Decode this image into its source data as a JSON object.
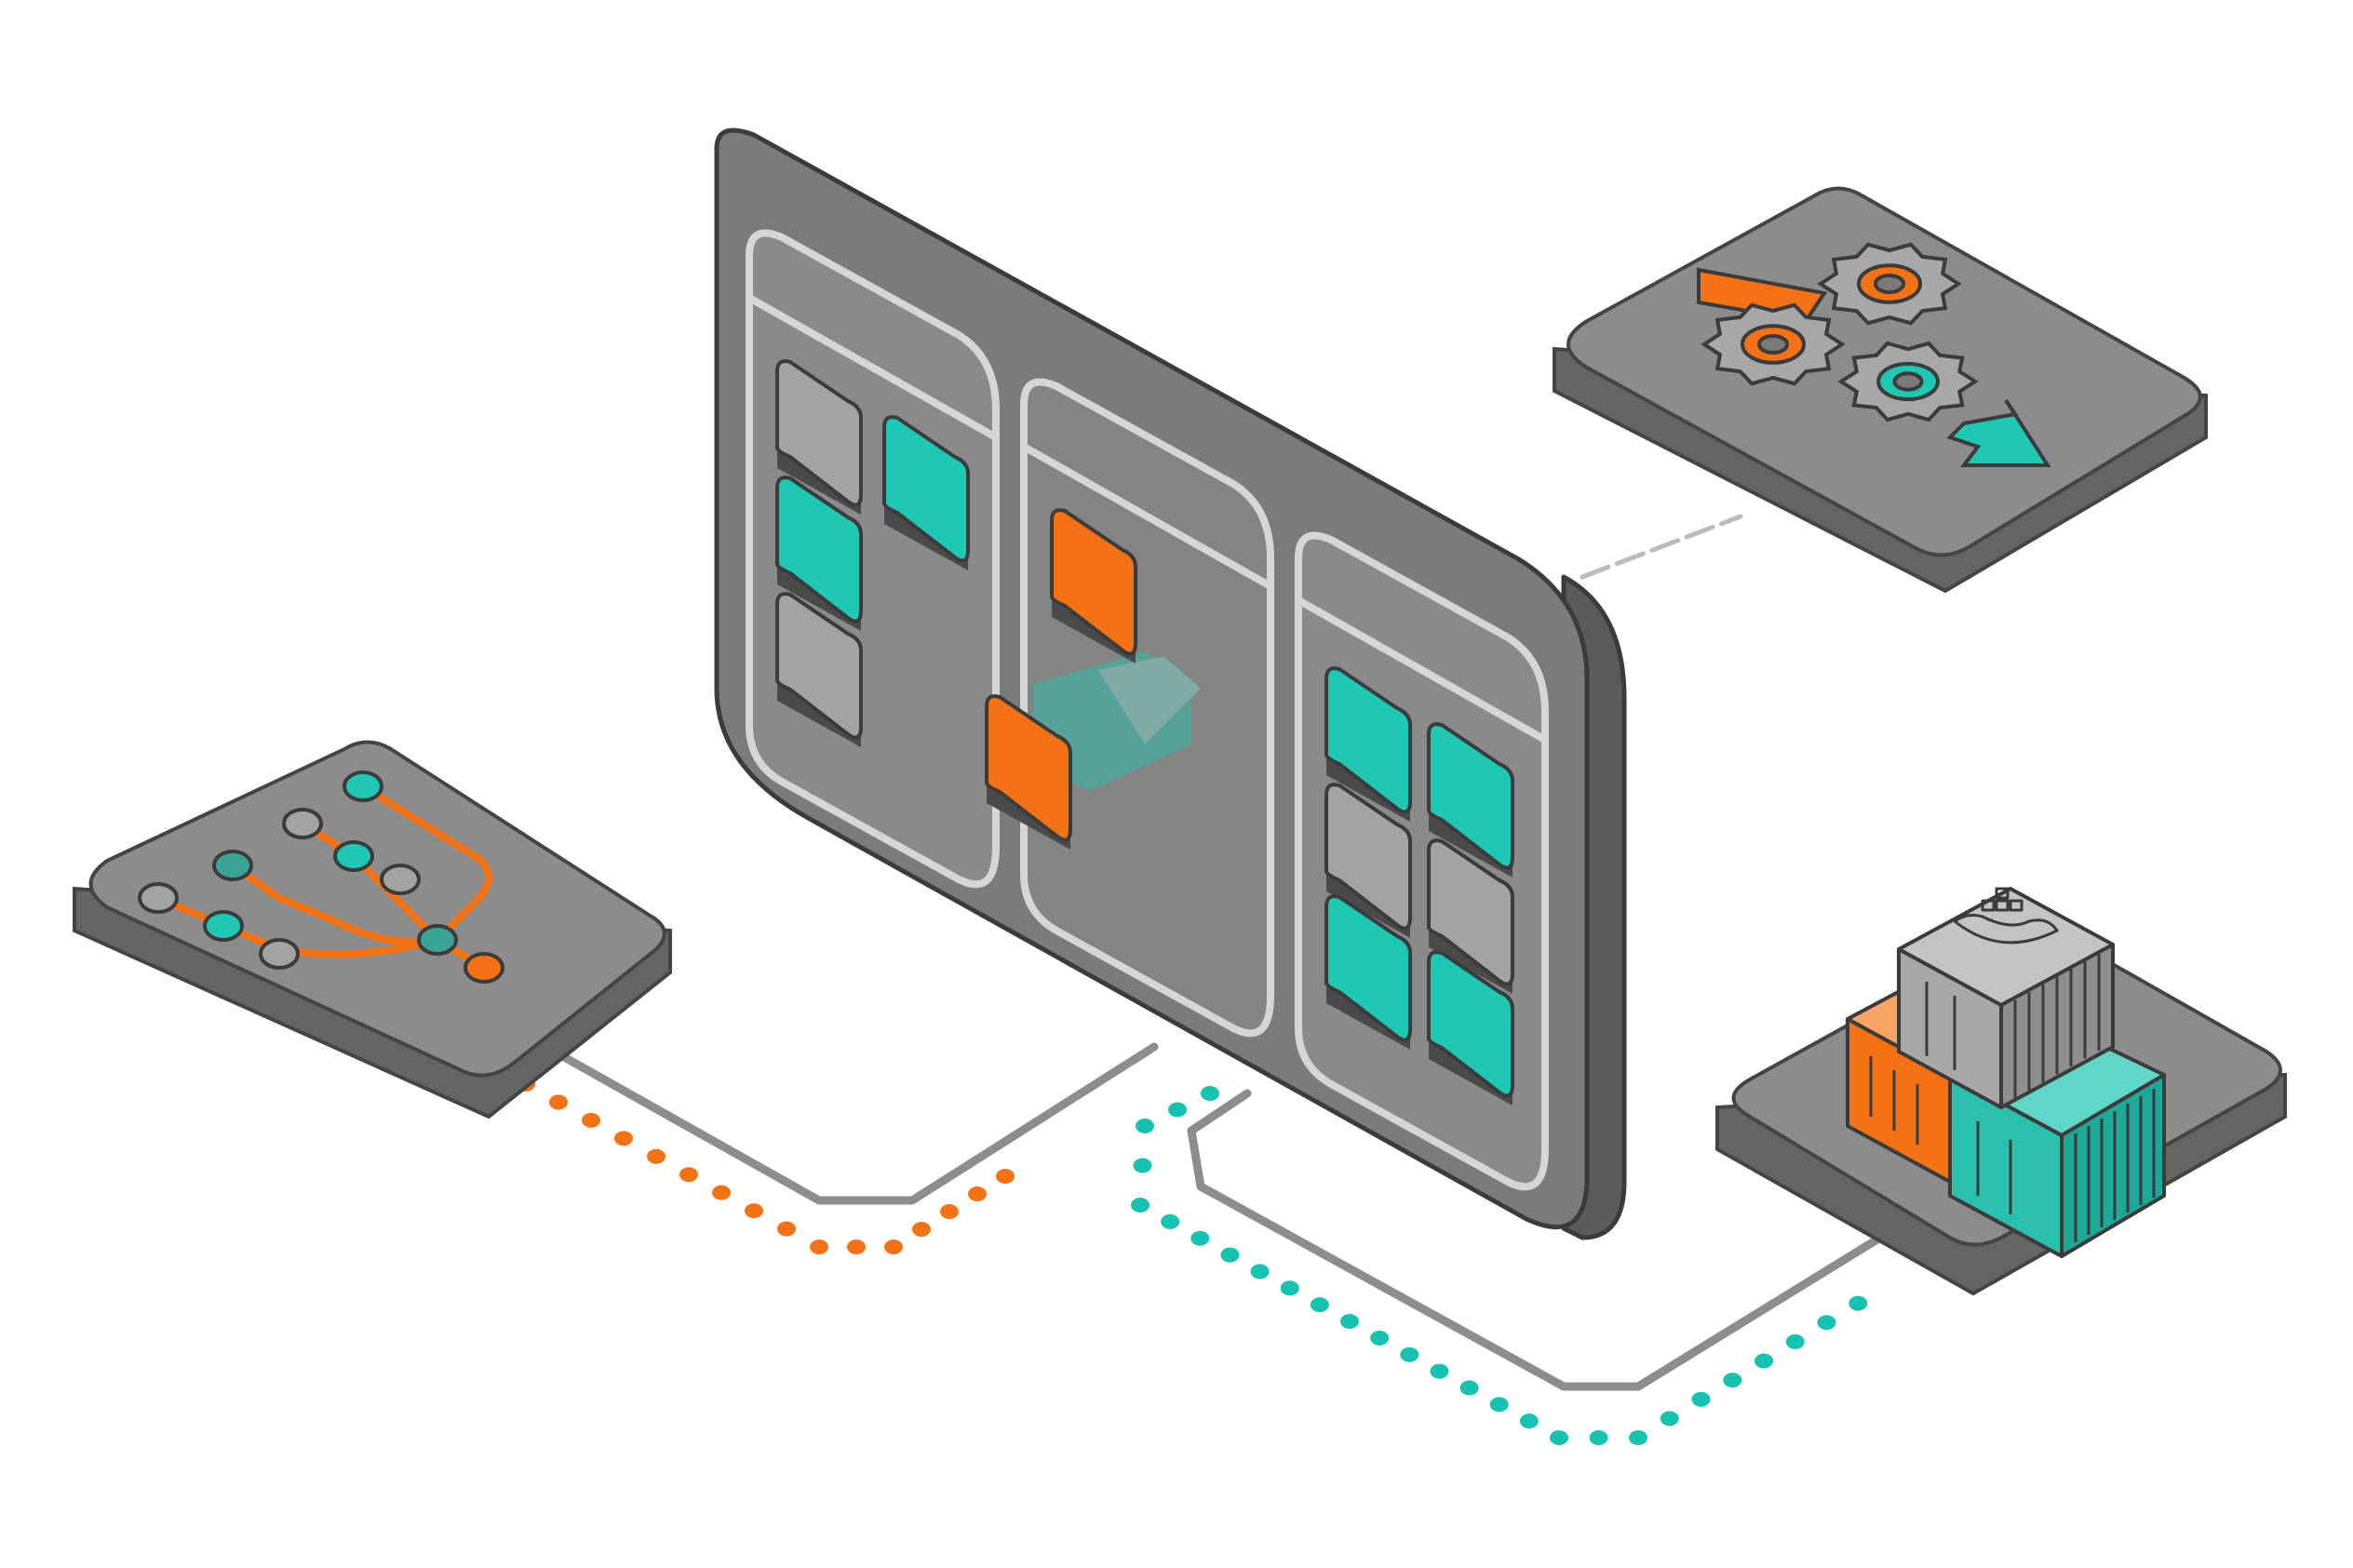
{
  "colors": {
    "background": "#ffffff",
    "board_face": "#7b7b7b",
    "board_side": "#5b5b5b",
    "outline": "#444444",
    "frame": "#d6d6d6",
    "column_fill": "#8a8a8a",
    "card_gray": "#a3a3a3",
    "card_teal": "#1ec8b4",
    "card_orange": "#f47216",
    "tile_top": "#8c8c8c",
    "tile_side": "#646464",
    "connector": "#8d8d8d",
    "orange_dots": "#f47216",
    "teal_dots": "#16c2b0",
    "container_gray": "#a8a8a8",
    "container_orange": "#f47216",
    "container_teal": "#2bbfae"
  },
  "board": {
    "columns": [
      {
        "cards": [
          "gray",
          "teal",
          "teal",
          "gray"
        ]
      },
      {
        "cards": [
          "orange",
          "orange"
        ],
        "moving_card": "teal"
      },
      {
        "cards": [
          "teal",
          "teal",
          "gray",
          "gray",
          "teal",
          "teal"
        ]
      }
    ]
  },
  "tiles": {
    "git_branches": {
      "icon": "git-branch-icon",
      "nodes": [
        "teal",
        "gray",
        "teal",
        "gray",
        "gray",
        "teal",
        "gray",
        "teal",
        "orange"
      ]
    },
    "automation_gears": {
      "icon": "gears-icon",
      "gears": [
        "orange",
        "orange",
        "teal"
      ],
      "arrows": [
        "orange",
        "teal"
      ]
    },
    "containers": {
      "icon": "shipping-container-icon",
      "stack": [
        "gray",
        "orange",
        "teal"
      ]
    }
  },
  "connectors": {
    "git_to_board": "orange-dotted",
    "board_to_containers": "teal-dotted"
  }
}
